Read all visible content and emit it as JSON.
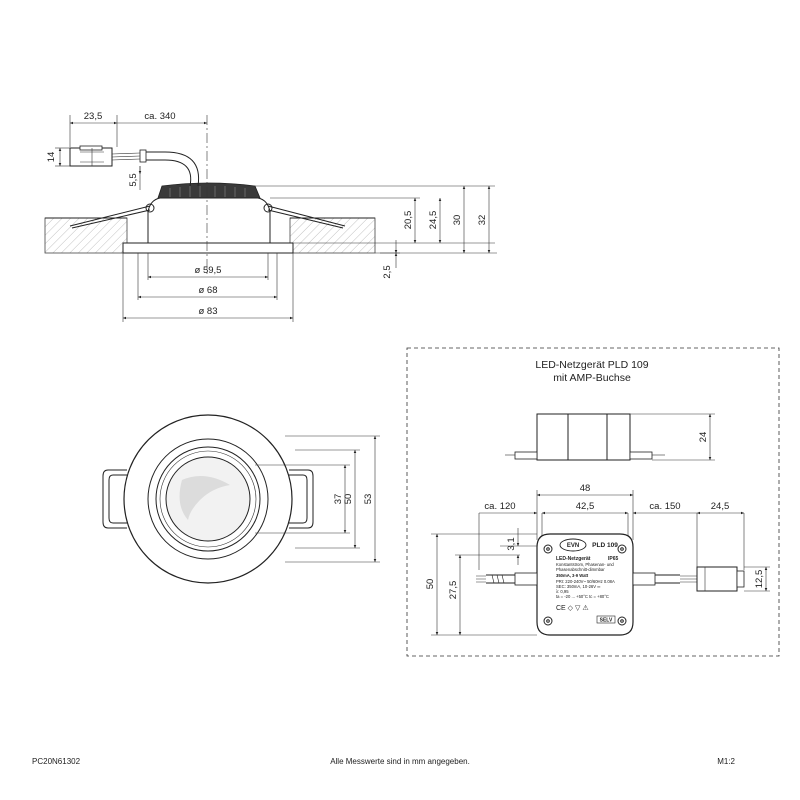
{
  "drawing": {
    "side_view": {
      "dims": {
        "cable_plug_len": "23,5",
        "cable_len": "ca. 340",
        "plug_height": "14",
        "plug_offset": "5,5",
        "d_inner": "ø 59,5",
        "d_mid": "ø 68",
        "d_outer": "ø 83",
        "h_20_5": "20,5",
        "h_24_5": "24,5",
        "h_30": "30",
        "h_32": "32",
        "flange": "2,5"
      }
    },
    "top_view": {
      "dims": {
        "h_37": "37",
        "h_50": "50",
        "h_53": "53"
      }
    },
    "driver_box": {
      "title_line1": "LED-Netzgerät PLD 109",
      "title_line2": "mit AMP-Buchse",
      "dims": {
        "height": "24",
        "width_48": "48",
        "width_42_5": "42,5",
        "cable_left": "ca. 120",
        "cable_right": "ca. 150",
        "plug_len": "24,5",
        "plug_h": "12,5",
        "offset": "3,1",
        "height_50": "50",
        "height_27_5": "27,5"
      },
      "label": {
        "brand": "EVN",
        "model": "PLD 109",
        "type": "LED-Netzgerät",
        "ip": "IP65",
        "line1": "Konstantstrom, Phasenan- und",
        "line2": "Phasenabschnitt-dimmbar",
        "line3": "350mA, 3-9 Watt",
        "line4": "PRI: 220-240V~ 50/60Hz 0.08A",
        "line5": "SEC: 350mA, 10-26V ═",
        "line6": "λ: 0,95",
        "line7": "ta = -20 ... +50°C  tc = +80°C",
        "marks": "CE  ◇  ▽  ⚠",
        "selv": "SELV"
      }
    }
  },
  "footer": {
    "code": "PC20N61302",
    "note": "Alle Messwerte sind in mm angegeben.",
    "scale": "M1:2"
  }
}
